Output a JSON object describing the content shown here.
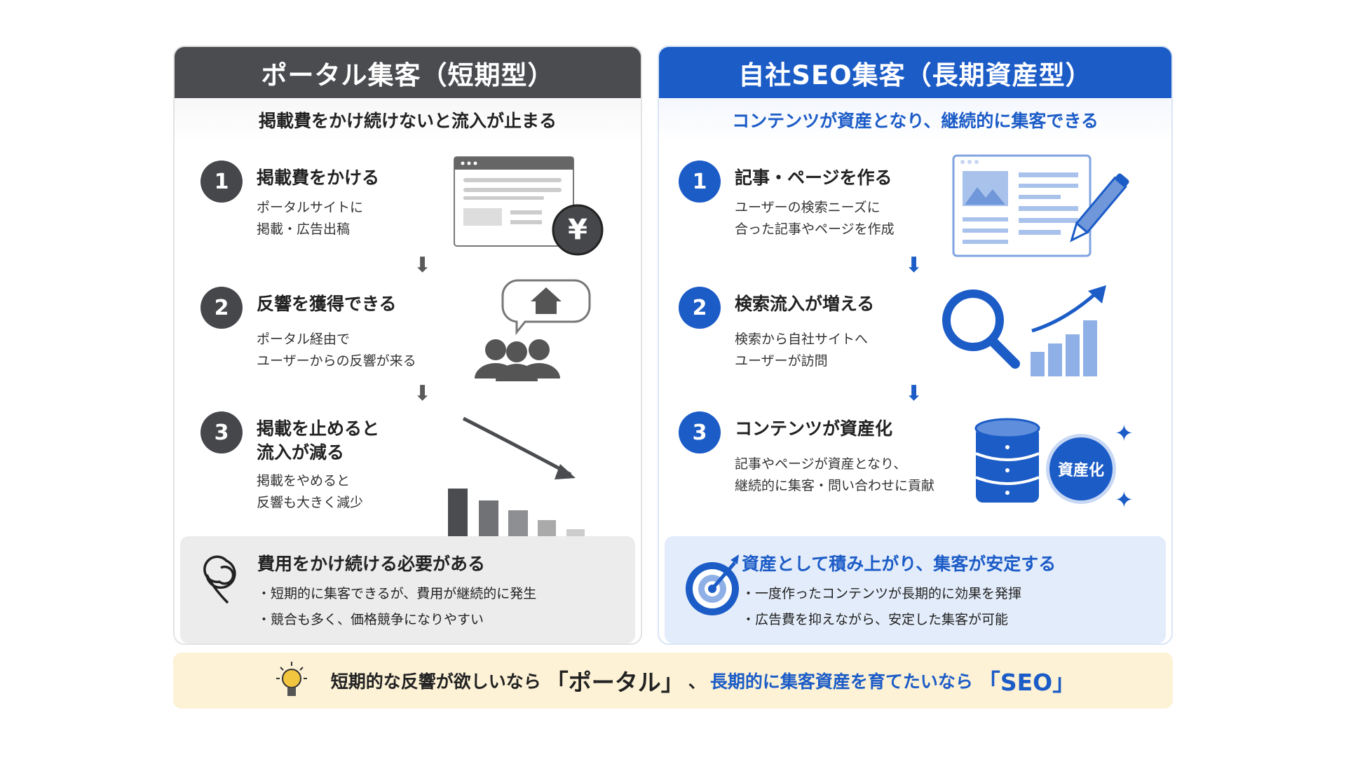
{
  "left": {
    "title": "ポータル集客（短期型）",
    "subtitle": "掲載費をかけ続けないと流入が止まる",
    "steps": [
      {
        "num": "1",
        "title": "掲載費をかける",
        "desc": [
          "ポータルサイトに",
          "掲載・広告出稿"
        ]
      },
      {
        "num": "2",
        "title": "反響を獲得できる",
        "desc": [
          "ポータル経由で",
          "ユーザーからの反響が来る"
        ]
      },
      {
        "num": "3",
        "title": [
          "掲載を止めると",
          "流入が減る"
        ],
        "desc": [
          "掲載をやめると",
          "反響も大きく減少"
        ]
      }
    ],
    "yen_symbol": "¥",
    "summary": {
      "title": "費用をかけ続ける必要がある",
      "bullets": [
        "・短期的に集客できるが、費用が継続的に発生",
        "・競合も多く、価格競争になりやすい"
      ]
    }
  },
  "right": {
    "title": "自社SEO集客（長期資産型）",
    "subtitle": "コンテンツが資産となり、継続的に集客できる",
    "steps": [
      {
        "num": "1",
        "title": "記事・ページを作る",
        "desc": [
          "ユーザーの検索ニーズに",
          "合った記事やページを作成"
        ]
      },
      {
        "num": "2",
        "title": "検索流入が増える",
        "desc": [
          "検索から自社サイトへ",
          "ユーザーが訪問"
        ]
      },
      {
        "num": "3",
        "title": "コンテンツが資産化",
        "desc": [
          "記事やページが資産となり、",
          "継続的に集客・問い合わせに貢献"
        ]
      }
    ],
    "asset_badge": "資産化",
    "summary": {
      "title": "資産として積み上がり、集客が安定する",
      "bullets": [
        "・一度作ったコンテンツが長期的に効果を発揮",
        "・広告費を抑えながら、安定した集客が可能"
      ]
    }
  },
  "banner": {
    "part1": "短期的な反響が欲しいなら",
    "part2": "「ポータル」",
    "part3": "、",
    "part4": "長期的に集客資産を育てたいなら",
    "part5": "「SEO」"
  },
  "colors": {
    "dark": "#4a4c50",
    "blue": "#1c5cc7",
    "banner": "#fdf2d6"
  }
}
